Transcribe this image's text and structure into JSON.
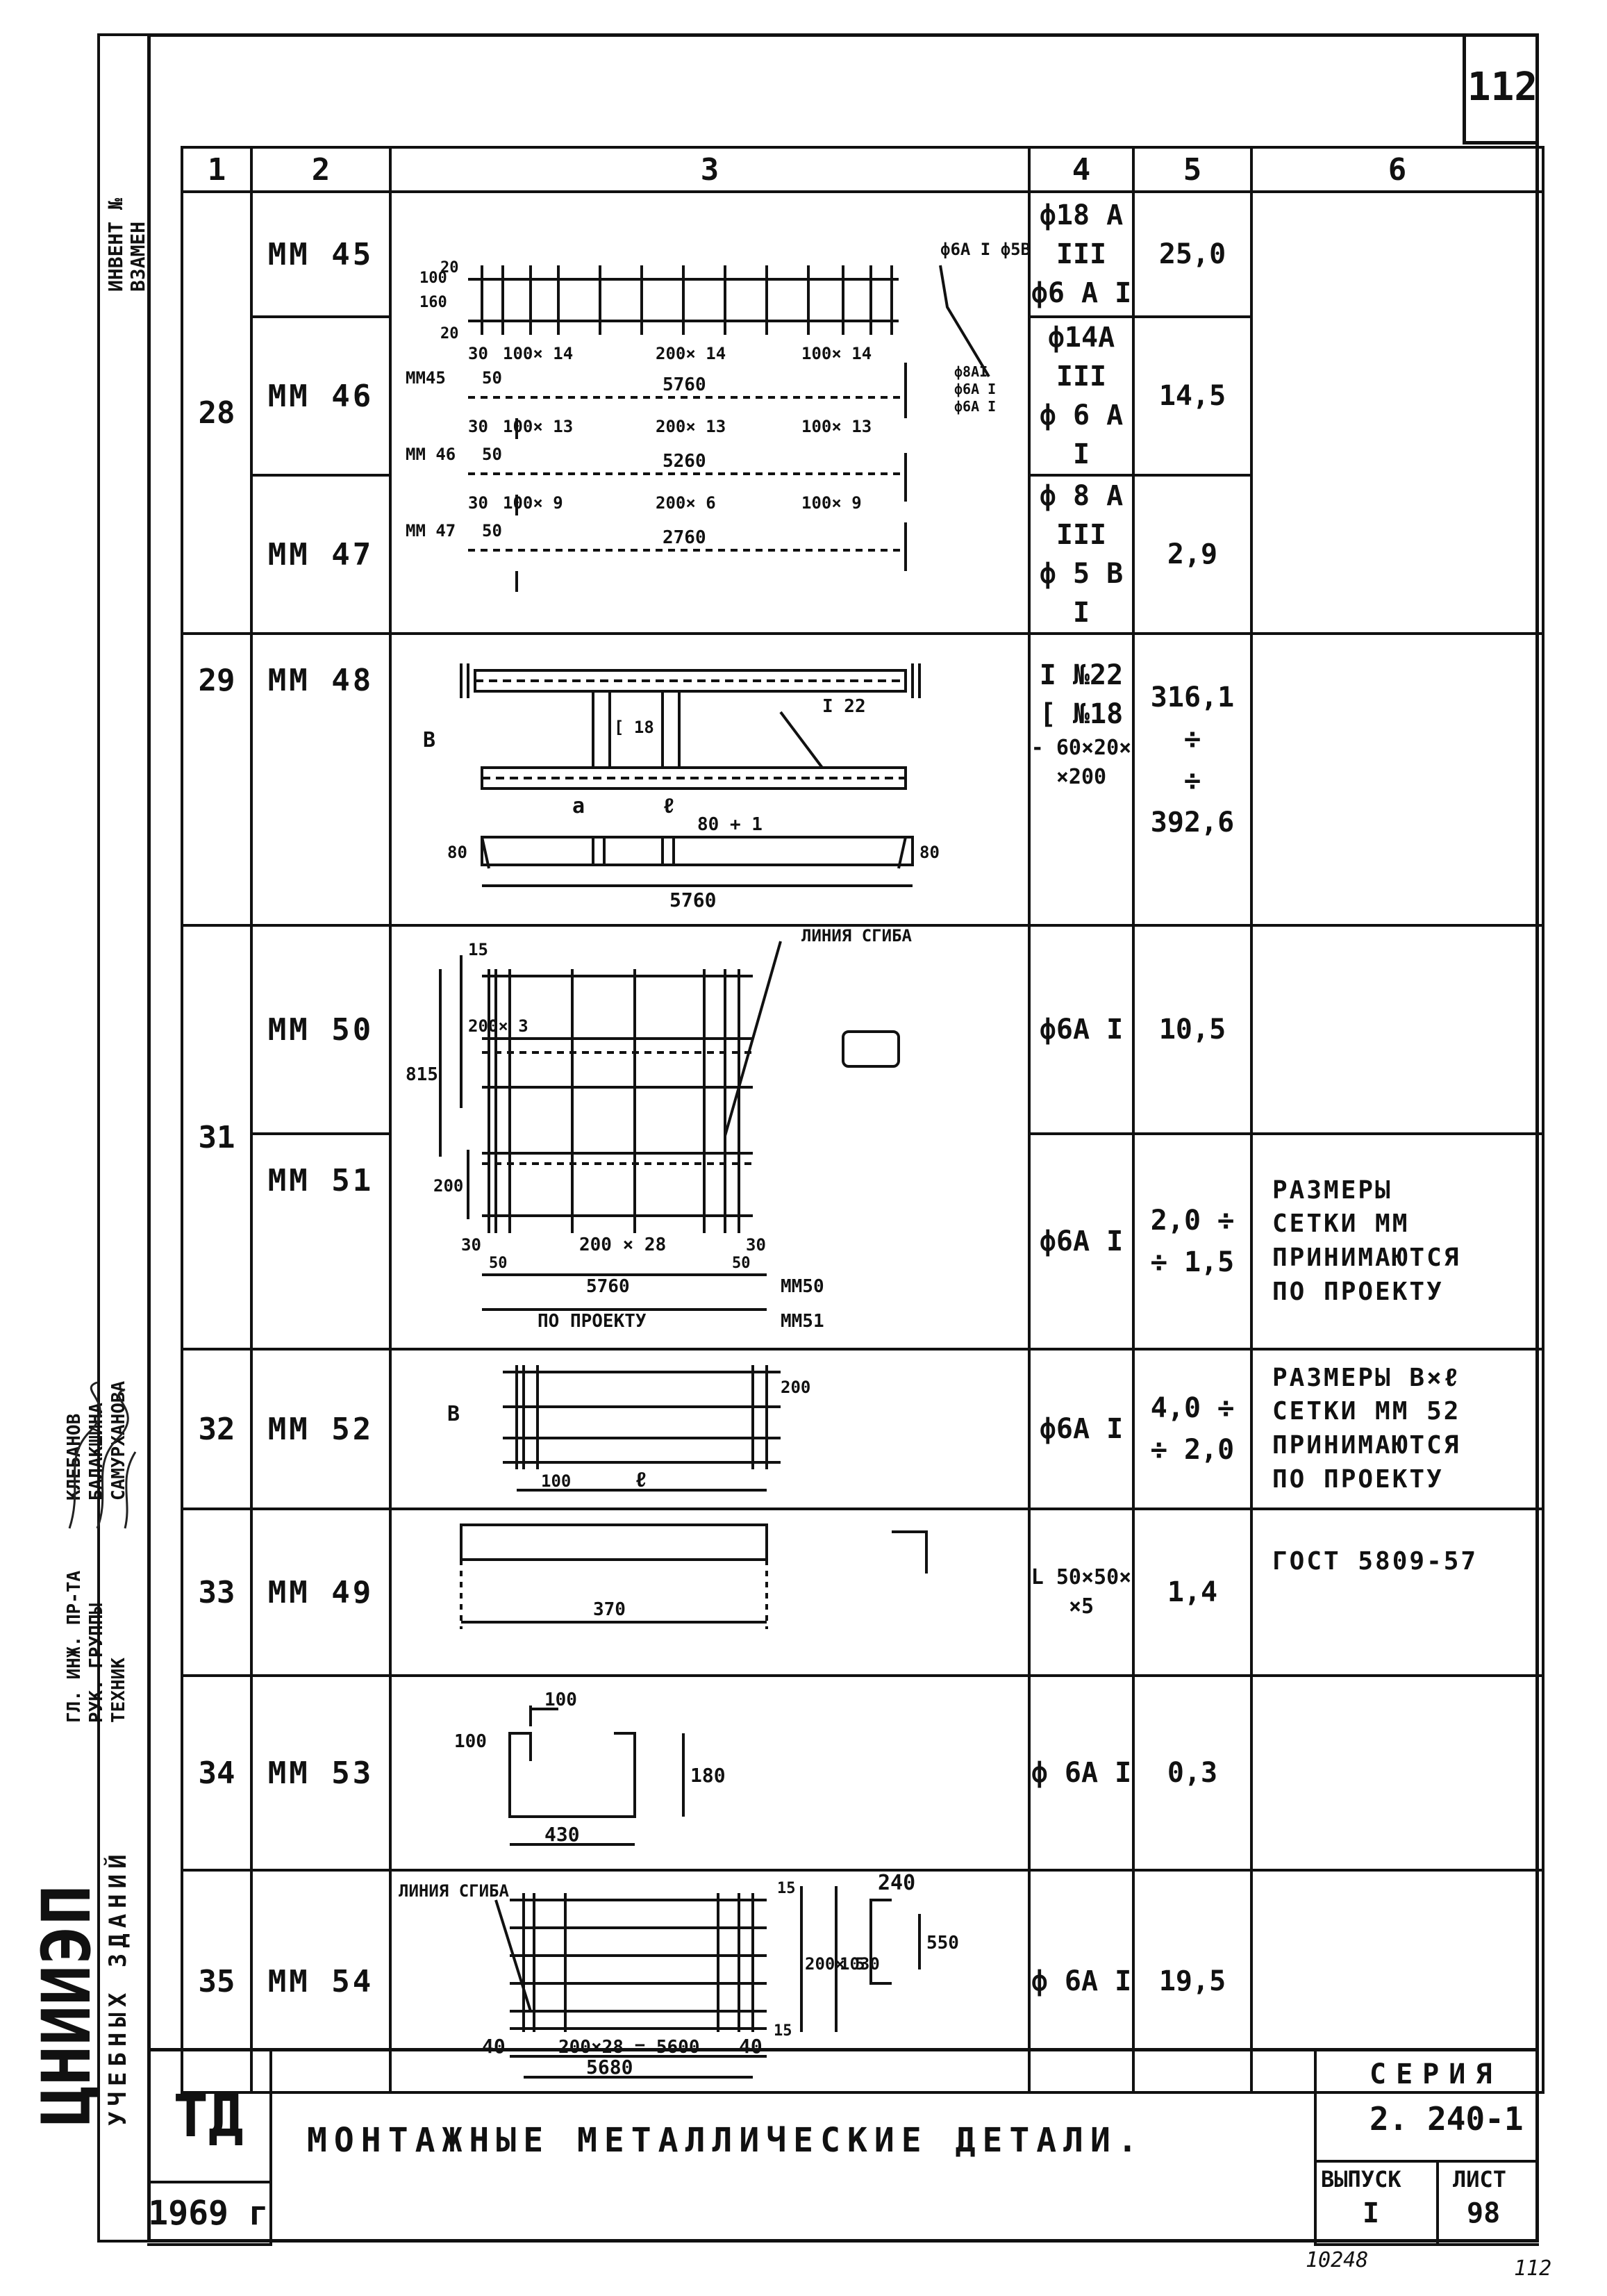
{
  "sheet_number": "112",
  "left_strip": {
    "inv_label": "ИНВЕНТ №",
    "replace_label": "ВЗАМЕН",
    "roles": [
      "ГЛ. ИНЖ. ПР-ТА",
      "РУК. ГРУППЫ",
      "ТЕХНИК"
    ],
    "names": [
      "КЛЕБАНОВ",
      "БАЛАКШИНА",
      "САМУРХАНОВА"
    ],
    "institute": "ЦНИИЭП",
    "institute_sub": "УЧЕБНЫХ ЗДАНИЙ"
  },
  "table": {
    "headers": [
      "1",
      "2",
      "3",
      "4",
      "5",
      "6"
    ],
    "groups": [
      {
        "num": "28",
        "items": [
          {
            "mark": "ММ 45",
            "steel": [
              "ф18 А III",
              "ф6 А I"
            ],
            "mass": [
              "25,0"
            ],
            "note": []
          },
          {
            "mark": "ММ 46",
            "steel": [
              "ф14А III",
              "ф 6 А I"
            ],
            "mass": [
              "14,5"
            ],
            "note": []
          },
          {
            "mark": "ММ 47",
            "steel": [
              "ф 8 А III",
              "ф 5 В I"
            ],
            "mass": [
              "2,9"
            ],
            "note": []
          }
        ]
      },
      {
        "num": "29",
        "items": [
          {
            "mark": "ММ 48",
            "steel": [
              "I №22",
              "[ №18",
              "- 60×20×",
              "×200"
            ],
            "mass": [
              "316,1 ÷",
              "÷ 392,6"
            ],
            "note": []
          }
        ]
      },
      {
        "num": "31",
        "items": [
          {
            "mark": "ММ 50",
            "steel": [
              "ф6А I"
            ],
            "mass": [
              "10,5"
            ],
            "note": []
          },
          {
            "mark": "ММ 51",
            "steel": [
              "ф6А I"
            ],
            "mass": [
              "2,0 ÷",
              "÷ 1,5"
            ],
            "note": [
              "РАЗМЕРЫ",
              "СЕТКИ ММ",
              "ПРИНИМАЮТСЯ",
              "ПО ПРОЕКТУ"
            ]
          }
        ]
      },
      {
        "num": "32",
        "items": [
          {
            "mark": "ММ 52",
            "steel": [
              "ф6А I"
            ],
            "mass": [
              "4,0 ÷",
              "÷ 2,0"
            ],
            "note": [
              "РАЗМЕРЫ B×ℓ",
              "СЕТКИ ММ 52",
              "ПРИНИМАЮТСЯ",
              "ПО ПРОЕКТУ"
            ]
          }
        ]
      },
      {
        "num": "33",
        "items": [
          {
            "mark": "ММ 49",
            "steel": [
              "L 50×50×",
              "×5"
            ],
            "mass": [
              "1,4"
            ],
            "note": [
              "ГОСТ 5809-57"
            ]
          }
        ]
      },
      {
        "num": "34",
        "items": [
          {
            "mark": "ММ 53",
            "steel": [
              "ф 6А I"
            ],
            "mass": [
              "0,3"
            ],
            "note": []
          }
        ]
      },
      {
        "num": "35",
        "items": [
          {
            "mark": "ММ 54",
            "steel": [
              "ф 6А I"
            ],
            "mass": [
              "19,5"
            ],
            "note": []
          }
        ]
      }
    ]
  },
  "sketches": {
    "mm45": {
      "dims_top": "100× 14",
      "dims_mid": "200× 14",
      "dims_right": "100× 14",
      "end": "30",
      "length": "5760",
      "label_a": "ММ45",
      "label_b": "50",
      "bar_label": "ф6А I  ф5В I",
      "h1": "100",
      "h2": "160",
      "h3": "20",
      "h4": "20",
      "side_labels": [
        "ф8АI",
        "ф6А I",
        "ф6А I"
      ]
    },
    "mm46": {
      "dims_top": "100× 13",
      "dims_mid": "200× 13",
      "dims_right": "100× 13",
      "end": "30",
      "length": "5260",
      "label_a": "ММ 46",
      "label_b": "50"
    },
    "mm47": {
      "dims_top": "100× 9",
      "dims_mid": "200× 6",
      "dims_right": "100× 9",
      "end": "30",
      "length": "2760",
      "label_a": "ММ 47",
      "label_b": "50"
    },
    "mm48": {
      "beam": "I 22",
      "channel": "[ 18",
      "a": "a",
      "l": "ℓ",
      "h": "B",
      "spacing": "80 + 1",
      "end": "80",
      "length": "5760"
    },
    "mm50": {
      "line_label": "ЛИНИЯ СГИБА",
      "h1": "15",
      "h2": "200× 3",
      "h3": "815",
      "h4": "200",
      "end": "30",
      "pitch": "200 × 28",
      "edge": "50",
      "length": "5760",
      "per_project": "ПО ПРОЕКТУ",
      "tag1": "ММ50",
      "tag2": "ММ51"
    },
    "mm52": {
      "h": "B",
      "step": "100",
      "l": "ℓ",
      "top": "200"
    },
    "mm49": {
      "length": "370"
    },
    "mm53": {
      "a": "100",
      "b": "100",
      "h": "180",
      "w": "430"
    },
    "mm54": {
      "line_label": "ЛИНИЯ СГИБА",
      "h1": "15",
      "h2": "200× 5",
      "h3": "1030",
      "edge": "40",
      "pitch": "200×28 = 5600",
      "length": "5680",
      "w": "240",
      "d": "550",
      "b": "15"
    }
  },
  "title_block": {
    "code": "ТД",
    "year": "1969 г",
    "title": "МОНТАЖНЫЕ  МЕТАЛЛИЧЕСКИЕ  ДЕТАЛИ.",
    "series_label": "СЕРИЯ",
    "series": "2. 240-1",
    "issue_label": "ВЫПУСК",
    "issue": "I",
    "sheet_label": "ЛИСТ",
    "sheet": "98",
    "stamp_left": "10248",
    "stamp_right": "112"
  }
}
